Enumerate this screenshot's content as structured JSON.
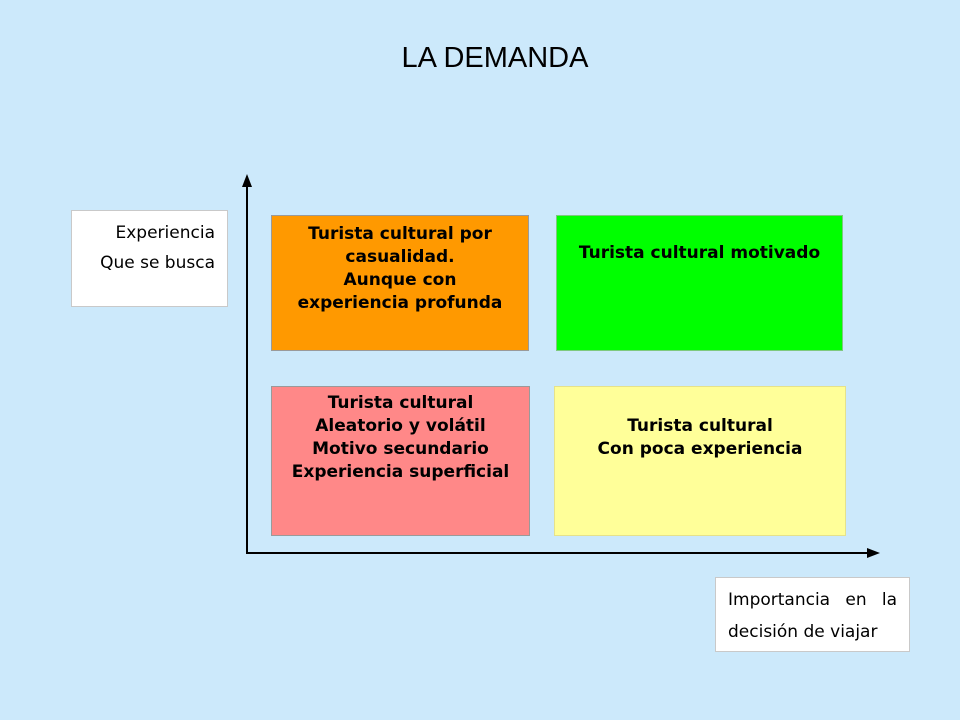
{
  "title": "LA DEMANDA",
  "y_axis_label": {
    "line1": "Experiencia",
    "line2": "Que se busca"
  },
  "x_axis_label": {
    "line1_words": [
      "Importancia",
      "en",
      "la"
    ],
    "line2": "decisión de viajar"
  },
  "quadrants": {
    "top_left": [
      "Turista cultural por",
      "casualidad.",
      "Aunque con",
      "experiencia profunda"
    ],
    "top_right": [
      "Turista cultural motivado"
    ],
    "bottom_left": [
      "Turista cultural",
      "Aleatorio y volátil",
      "Motivo secundario",
      "Experiencia superficial"
    ],
    "bottom_right": [
      "Turista cultural",
      "Con poca experiencia"
    ]
  },
  "colors": {
    "background": "#cce9fb",
    "top_left": "#ff9900",
    "top_right": "#00ff00",
    "bottom_left": "#ff8888",
    "bottom_right": "#ffff99"
  }
}
